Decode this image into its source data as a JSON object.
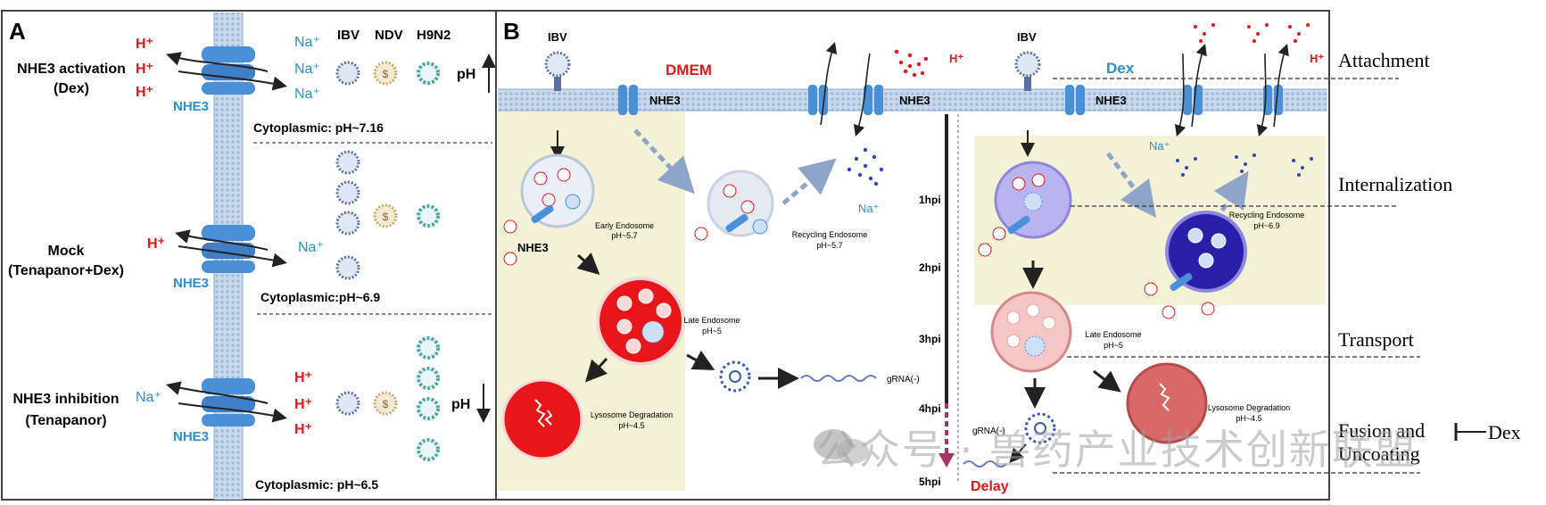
{
  "panelA": {
    "letter": "A",
    "rows": [
      {
        "title": "NHE3 activation",
        "subtitle": "(Dex)",
        "cytoplasmic": "Cytoplasmic: pH~7.16",
        "ph": "pH"
      },
      {
        "title": "Mock",
        "subtitle": "(Tenapanor+Dex)",
        "cytoplasmic": "Cytoplasmic:pH~6.9",
        "ph": ""
      },
      {
        "title": "NHE3 inhibition",
        "subtitle": "(Tenapanor)",
        "cytoplasmic": "Cytoplasmic: pH~6.5",
        "ph": "pH"
      }
    ],
    "virus_headers": [
      "IBV",
      "NDV",
      "H9N2"
    ],
    "transporter_label": "NHE3",
    "h_ion": "H⁺",
    "na_ion": "Na⁺"
  },
  "panelB": {
    "letter": "B",
    "left": {
      "virus": "IBV",
      "medium": "DMEM",
      "nhe3": "NHE3",
      "nhe3_b": "NHE3",
      "nhe3_endo": "NHE3",
      "h_ion": "H⁺",
      "na_ion": "Na⁺",
      "early_endosome": [
        "Early Endosome",
        "pH~5.7"
      ],
      "recycling_endosome": [
        "Recycling Endosome",
        "pH~5.7"
      ],
      "late_endosome": [
        "Late Endosome",
        "pH~5"
      ],
      "lysosome": [
        "Lysosome Degradation",
        "pH~4.5"
      ],
      "grna": "gRNA(-)"
    },
    "timeline": {
      "ticks": [
        "1hpi",
        "2hpi",
        "3hpi",
        "4hpi",
        "5hpi"
      ],
      "delay": "Delay"
    },
    "right": {
      "virus": "IBV",
      "treatment": "Dex",
      "nhe3": "NHE3",
      "h_ion": "H⁺",
      "na_ion": "Na⁺",
      "recycling_endosome": [
        "Recycling Endosome",
        "pH~6.9"
      ],
      "late_endosome": [
        "Late Endosome",
        "pH~5"
      ],
      "lysosome": [
        "Lysosome Degradation",
        "pH~4.5"
      ],
      "grna": "gRNA(-)"
    },
    "stages": [
      "Attachment",
      "Internalization",
      "Transport",
      "Fusion and Uncoating"
    ],
    "dex_inhibitor": "Dex"
  },
  "watermark": "公众号 · 兽药产业技术创新联盟",
  "colors": {
    "membrane": "#b8cde6",
    "channel": "#4a90d9",
    "h_red": "#e8161b",
    "na_blue": "#2a8fd8",
    "panel_yellow": "#f4f2d6",
    "late_endo": "#e8161b",
    "endo_purple": "#7b6fe0"
  }
}
